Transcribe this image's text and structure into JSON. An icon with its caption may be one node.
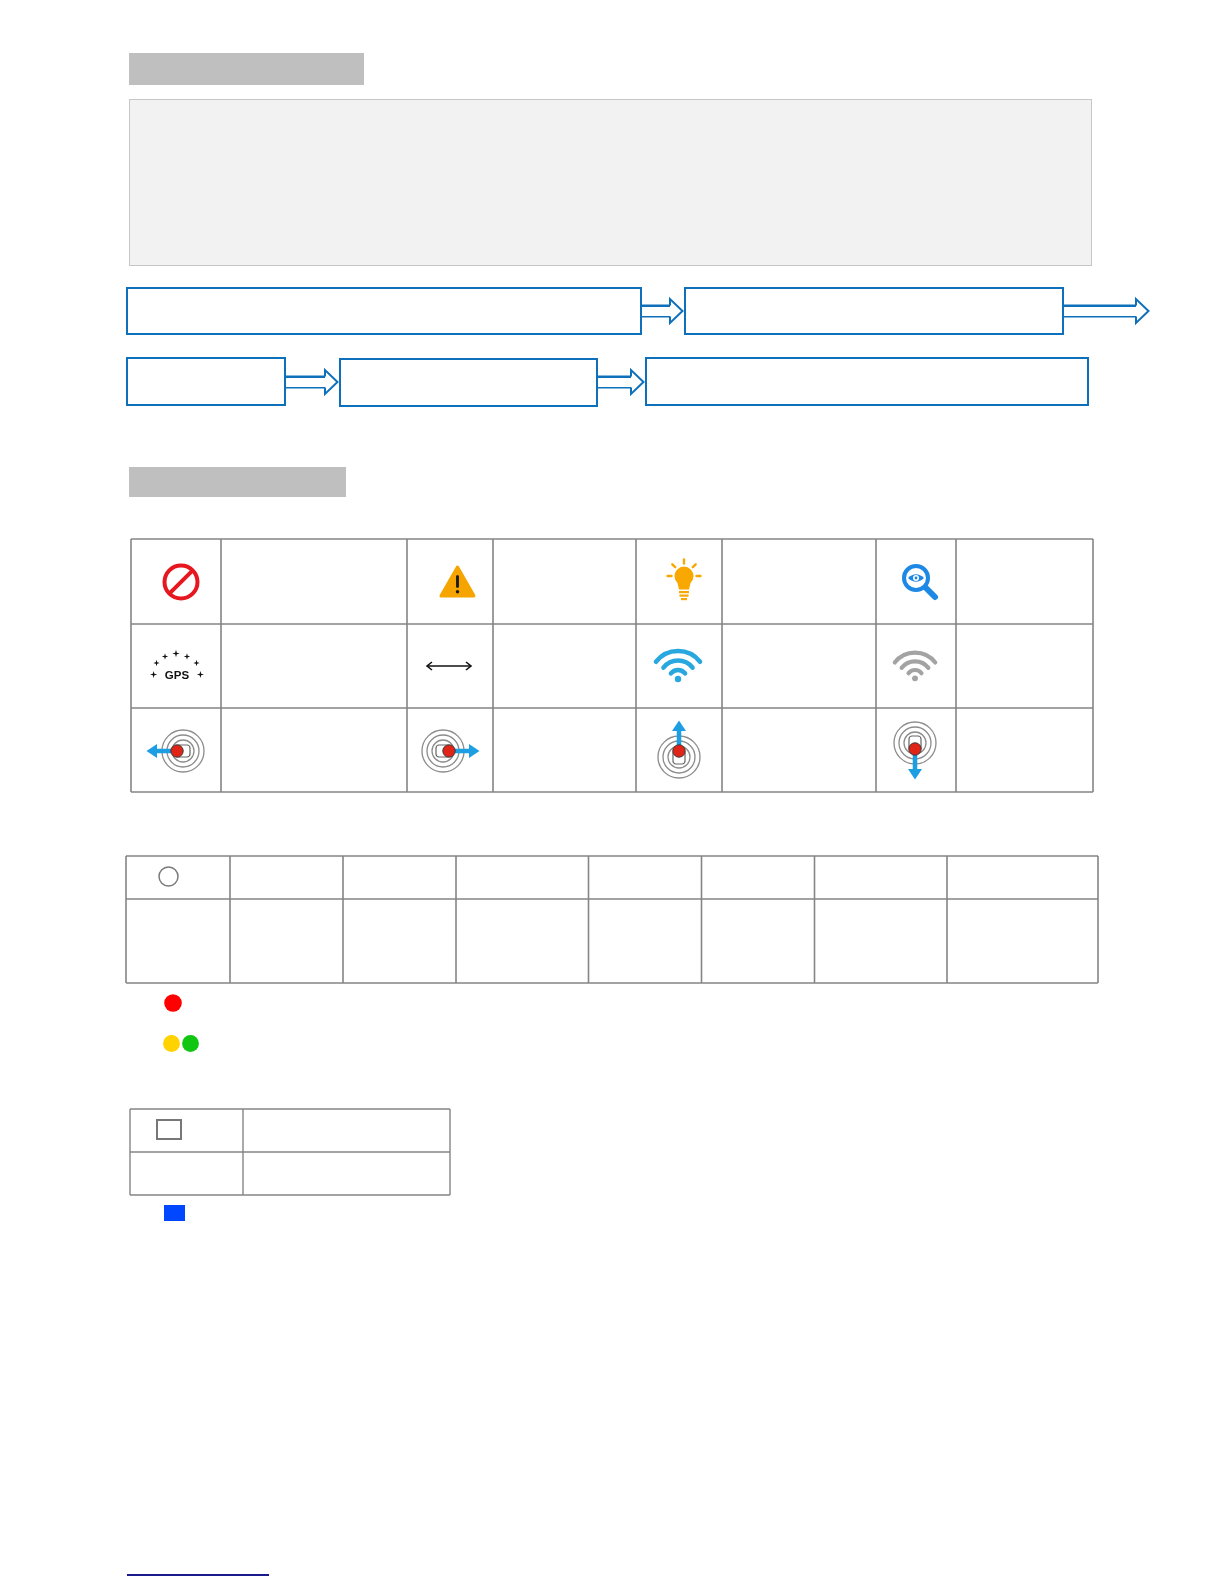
{
  "diagram": {
    "nodes": [
      {
        "text": [],
        "shape": "bar"
      },
      {
        "text": [],
        "shape": "box"
      },
      {
        "text": [],
        "shape": "box"
      },
      {
        "text": [],
        "shape": "box"
      },
      {
        "text": [],
        "shape": "box"
      },
      {
        "text": [],
        "shape": "box"
      },
      {
        "text": [],
        "shape": "bar"
      }
    ],
    "edges": [
      {
        "from": 1,
        "to": 2,
        "arrow": "to"
      },
      {
        "from": 2,
        "to": null,
        "arrow": "to"
      },
      {
        "from": 3,
        "to": 4,
        "arrow": "to"
      },
      {
        "from": 4,
        "to": 5,
        "arrow": "to"
      }
    ],
    "labels": [
      "GPS"
    ]
  }
}
